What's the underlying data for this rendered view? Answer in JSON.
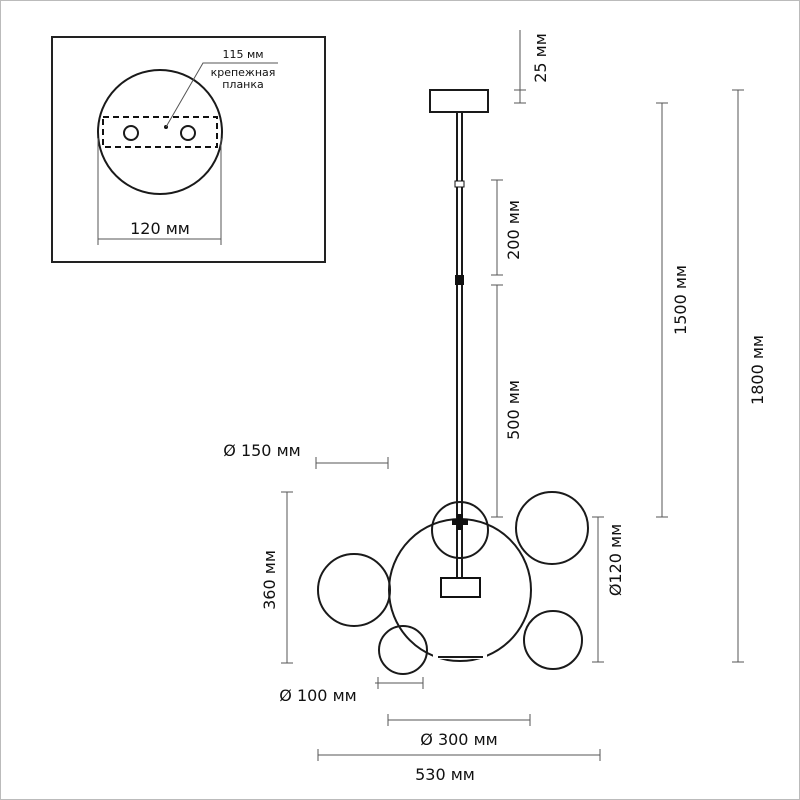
{
  "inset": {
    "plate_length": "115 мм",
    "plate_label_line1": "крепежная",
    "plate_label_line2": "планка",
    "canopy_diameter": "120 мм"
  },
  "dimensions": {
    "canopy_height": "25 мм",
    "rod_segment_1": "200 мм",
    "rod_segment_2": "500 мм",
    "max_drop": "1500 мм",
    "total_height": "1800 мм",
    "shade_150": "Ø 150 мм",
    "body_height": "360 мм",
    "shade_120": "Ø120 мм",
    "shade_100": "Ø 100 мм",
    "shade_300": "Ø 300 мм",
    "total_width": "530 мм"
  }
}
